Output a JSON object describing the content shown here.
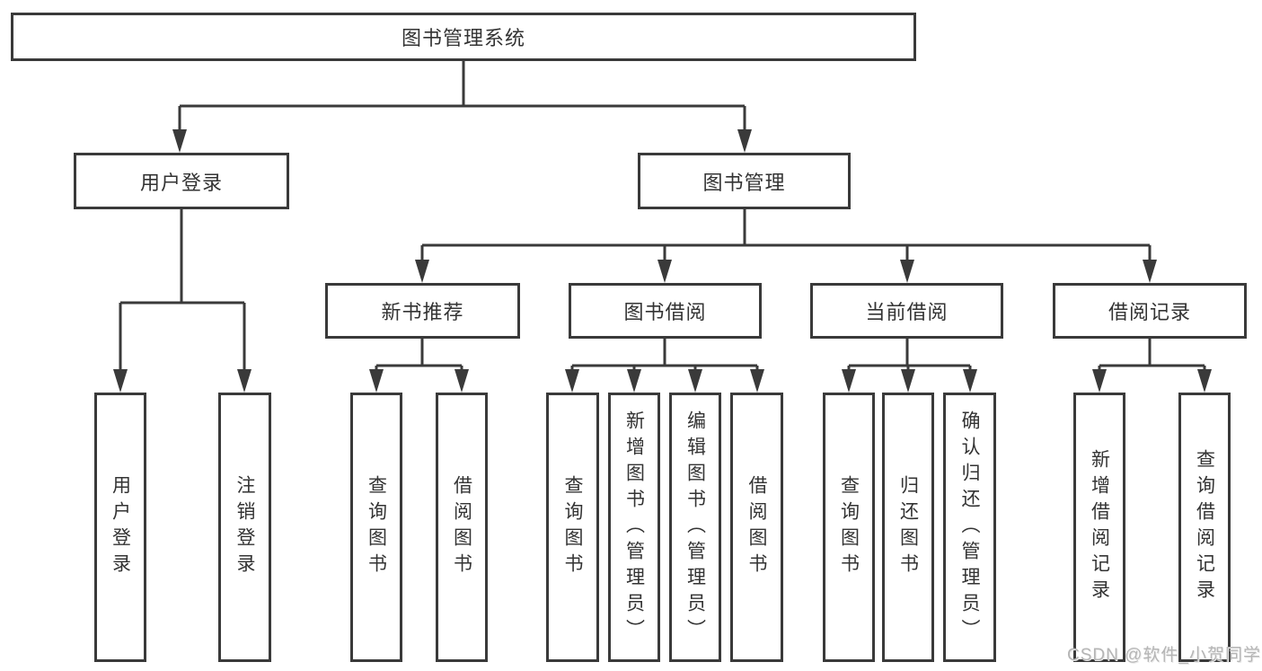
{
  "diagram": {
    "title_note": "library management system function structure diagram",
    "nodes": {
      "root": {
        "label": "图书管理系统"
      },
      "user_login": {
        "label": "用户登录"
      },
      "book_mgmt": {
        "label": "图书管理"
      },
      "new_book_rec": {
        "label": "新书推荐"
      },
      "book_borrow": {
        "label": "图书借阅"
      },
      "current_borrow": {
        "label": "当前借阅"
      },
      "borrow_record": {
        "label": "借阅记录"
      },
      "leaf_user_login": {
        "label": "用户登录"
      },
      "leaf_logout": {
        "label": "注销登录"
      },
      "leaf_query_book_1": {
        "label": "查询图书"
      },
      "leaf_borrow_book_1": {
        "label": "借阅图书"
      },
      "leaf_query_book_2": {
        "label": "查询图书"
      },
      "leaf_add_book": {
        "label": "新增图书（管理员）"
      },
      "leaf_edit_book": {
        "label": "编辑图书（管理员）"
      },
      "leaf_borrow_book_2": {
        "label": "借阅图书"
      },
      "leaf_query_book_3": {
        "label": "查询图书"
      },
      "leaf_return_book": {
        "label": "归还图书"
      },
      "leaf_confirm_return": {
        "label": "确认归还（管理员）"
      },
      "leaf_add_record": {
        "label": "新增借阅记录"
      },
      "leaf_query_record": {
        "label": "查询借阅记录"
      }
    },
    "edges": [
      [
        "root",
        "user_login"
      ],
      [
        "root",
        "book_mgmt"
      ],
      [
        "user_login",
        "leaf_user_login"
      ],
      [
        "user_login",
        "leaf_logout"
      ],
      [
        "book_mgmt",
        "new_book_rec"
      ],
      [
        "book_mgmt",
        "book_borrow"
      ],
      [
        "book_mgmt",
        "current_borrow"
      ],
      [
        "book_mgmt",
        "borrow_record"
      ],
      [
        "new_book_rec",
        "leaf_query_book_1"
      ],
      [
        "new_book_rec",
        "leaf_borrow_book_1"
      ],
      [
        "book_borrow",
        "leaf_query_book_2"
      ],
      [
        "book_borrow",
        "leaf_add_book"
      ],
      [
        "book_borrow",
        "leaf_edit_book"
      ],
      [
        "book_borrow",
        "leaf_borrow_book_2"
      ],
      [
        "current_borrow",
        "leaf_query_book_3"
      ],
      [
        "current_borrow",
        "leaf_return_book"
      ],
      [
        "current_borrow",
        "leaf_confirm_return"
      ],
      [
        "borrow_record",
        "leaf_add_record"
      ],
      [
        "borrow_record",
        "leaf_query_record"
      ]
    ],
    "colors": {
      "line": "#3a3a3a",
      "box_border": "#3a3a3a",
      "box_fill": "#ffffff",
      "text": "#333333",
      "background": "#ffffff",
      "watermark": "#b5b5b5"
    }
  },
  "watermark": {
    "text": "CSDN @软件_小贺同学"
  }
}
